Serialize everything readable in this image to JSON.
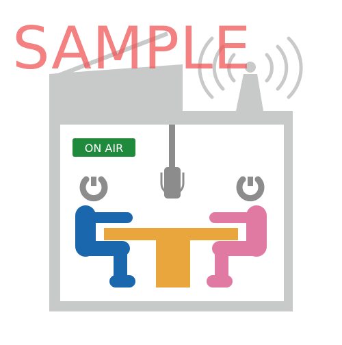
{
  "on_air_badge": {
    "label": "ON AIR"
  },
  "watermark": {
    "text": "SAMPLE"
  },
  "icons": {
    "building": "broadcast-studio-building",
    "antenna": "radio-tower-icon",
    "microphone": "hanging-microphone-icon",
    "headset_left": "headset-icon",
    "headset_right": "headset-icon",
    "table": "studio-table",
    "person_left": "seated-person-icon",
    "person_right": "seated-person-icon"
  },
  "colors": {
    "building_gray": "#c8c9c9",
    "interior": "#ffffff",
    "mic_gray": "#8c8c8c",
    "on_air_green": "#1f8a3c",
    "person_left_blue": "#1a67ae",
    "person_right_pink": "#e07aa2",
    "table_orange": "#e8a63d",
    "watermark_red": "#f05050"
  }
}
